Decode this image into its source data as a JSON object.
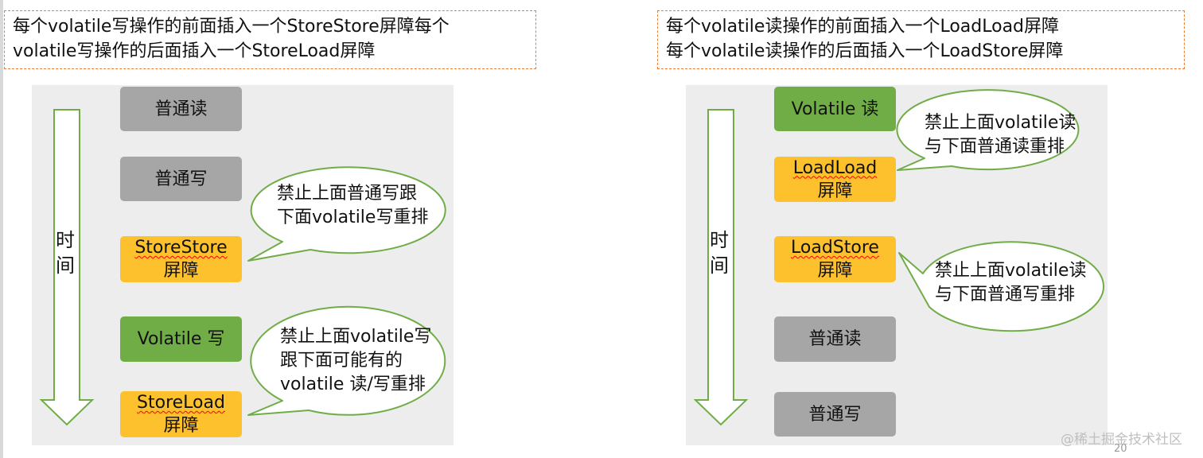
{
  "left": {
    "note_lines": [
      "每个volatile写操作的前面插入一个StoreStore屏障每个",
      "volatile写操作的后面插入一个StoreLoad屏障"
    ],
    "time_label": [
      "时",
      "间"
    ],
    "boxes": {
      "b0": "普通读",
      "b1": "普通写",
      "b2a": "StoreStore",
      "b2b": "屏障",
      "b3": "Volatile 写",
      "b4a": "StoreLoad",
      "b4b": "屏障"
    },
    "bubble1": [
      "禁止上面普通写跟",
      "下面volatile写重排"
    ],
    "bubble2": [
      "禁止上面volatile写",
      "跟下面可能有的",
      "volatile 读/写重排"
    ]
  },
  "right": {
    "note_lines": [
      "每个volatile读操作的前面插入一个LoadLoad屏障",
      "每个volatile读操作的后面插入一个LoadStore屏障"
    ],
    "time_label": [
      "时",
      "间"
    ],
    "boxes": {
      "b0": "Volatile 读",
      "b1a": "LoadLoad",
      "b1b": "屏障",
      "b2a": "LoadStore",
      "b2b": "屏障",
      "b3": "普通读",
      "b4": "普通写"
    },
    "bubble1": [
      "禁止上面volatile读",
      "与下面普通读重排"
    ],
    "bubble2": [
      "禁止上面volatile读",
      "与下面普通写重排"
    ]
  },
  "watermark": "@稀土掘金技术社区",
  "page_number": "20",
  "colors": {
    "note_border": "#ed7d31",
    "panel_bg": "#ededed",
    "box_gray": "#a6a6a6",
    "box_green": "#70ad47",
    "box_yellow": "#fdc12d",
    "arrow_stroke": "#70ad47",
    "bubble_stroke": "#70ad47"
  }
}
